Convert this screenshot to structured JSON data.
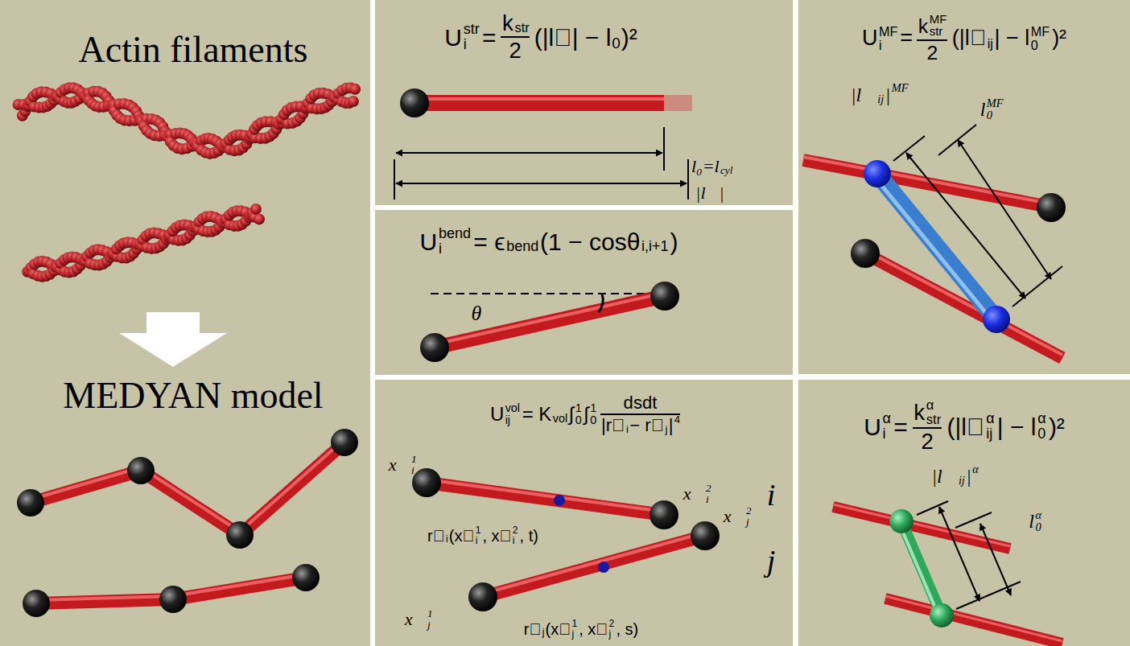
{
  "diagram": {
    "nodes": [
      {
        "text": [
          "Actin filaments",
          "MEDYAN model"
        ]
      },
      {
        "text": [
          "U",
          "i",
          "str",
          "=",
          "k",
          "str",
          "2",
          "(|l⃗| − l₀)²",
          "l₀=l",
          "cyl",
          "|l⃗|"
        ]
      },
      {
        "text": [
          "U",
          "i",
          "MF",
          "=",
          "k",
          "str",
          "MF",
          "2",
          "(|l⃗",
          "ij",
          "| − l",
          "0",
          "MF",
          ")²",
          "|l⃗",
          "ij",
          "|",
          "MF",
          "l",
          "0",
          "MF"
        ]
      },
      {
        "text": [
          "U",
          "i",
          "bend",
          "= ϵ",
          "bend",
          "(1 − cosθ",
          "i,i+1",
          ")",
          "θ"
        ]
      },
      {
        "text": [
          "U",
          "ij",
          "vol",
          "= K",
          "vol",
          "∫",
          "0",
          "1",
          "∫",
          "0",
          "1",
          "dsdt",
          "|r⃗",
          "i",
          "− r⃗",
          "j",
          "|",
          "4",
          "x⃗",
          "i",
          "1",
          "x⃗",
          "i",
          "2",
          "r⃗",
          "i",
          "(x⃗",
          "i",
          "1",
          ", x⃗",
          "i",
          "2",
          ", t)",
          "i",
          "j",
          "x⃗",
          "j",
          "2",
          "r⃗",
          "j",
          "(x⃗",
          "j",
          "1",
          ", x⃗",
          "j",
          "2",
          ", s)",
          "x⃗",
          "j",
          "1"
        ]
      },
      {
        "text": [
          "U",
          "i",
          "α",
          "=",
          "k",
          "str",
          "α",
          "2",
          "(|l⃗",
          "ij",
          "α",
          "| − l",
          "0",
          "α",
          ")²",
          "|l⃗",
          "ij",
          "|",
          "α",
          "l",
          "0",
          "α"
        ]
      }
    ]
  }
}
